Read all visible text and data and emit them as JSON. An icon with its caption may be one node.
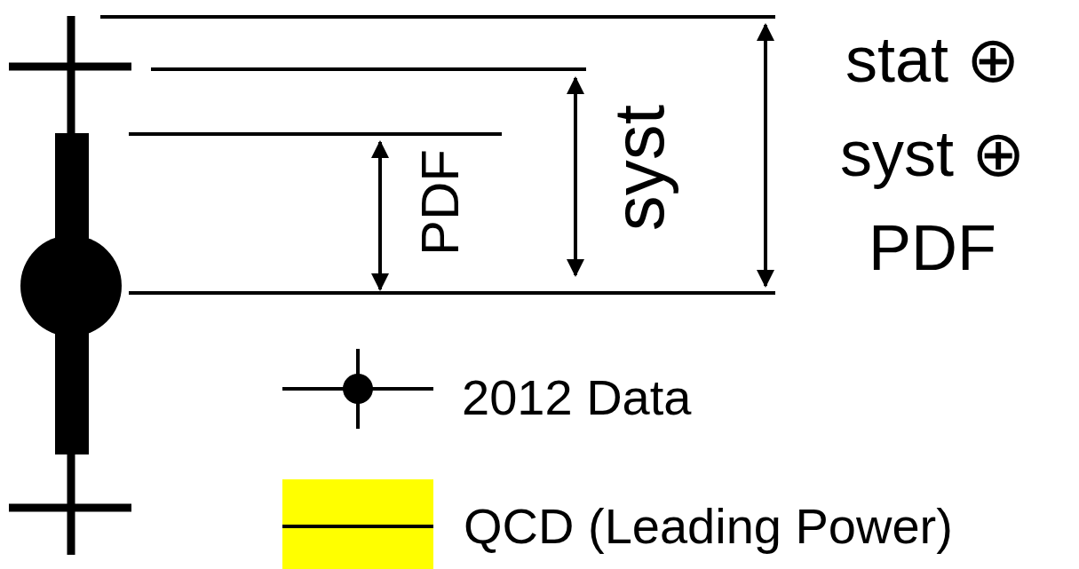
{
  "diagram": {
    "labels": [
      "stat ⊕ syst ⊕ PDF",
      "syst",
      "PDF"
    ],
    "legend": [
      {
        "text": "2012 Data"
      },
      {
        "text": "QCD (Leading Power)",
        "color": "#ffff00"
      }
    ]
  }
}
